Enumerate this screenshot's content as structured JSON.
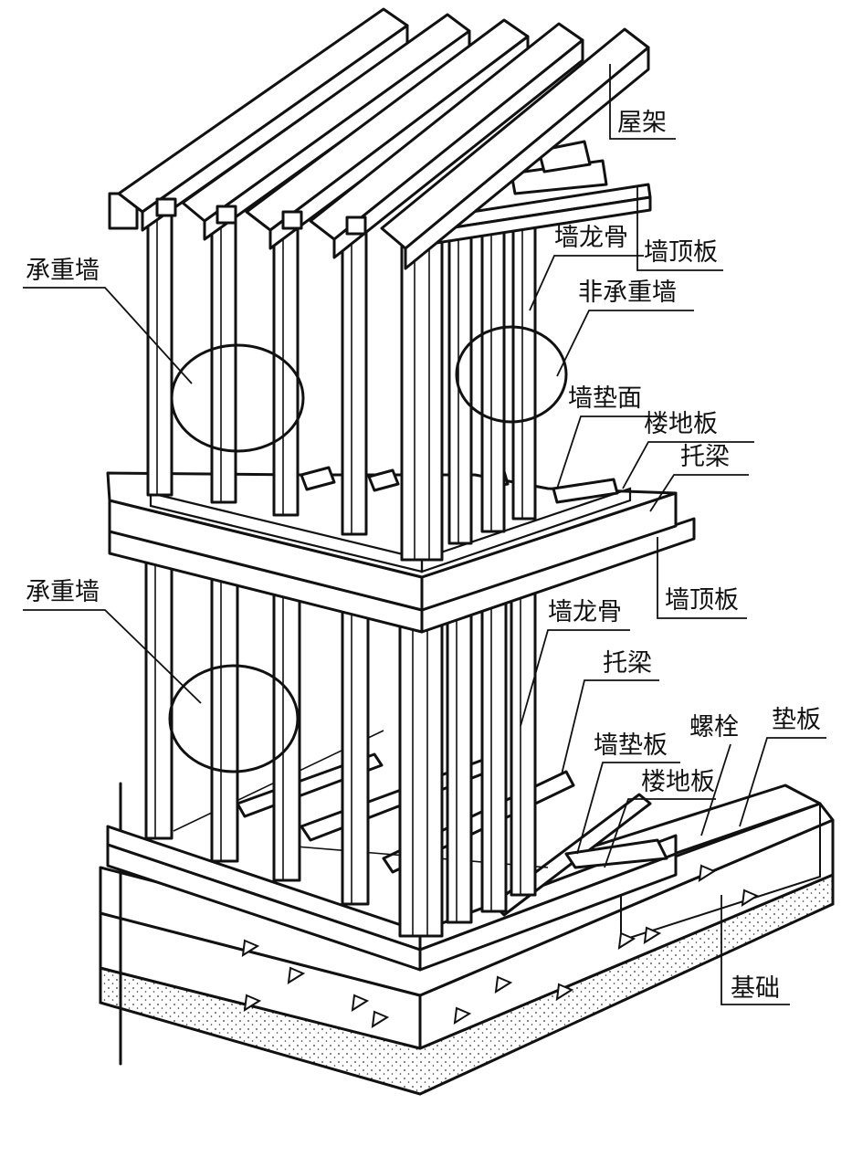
{
  "labels": {
    "roof_truss": "屋架",
    "top_plate_upper": "墙顶板",
    "stud_upper": "墙龙骨",
    "non_load_bearing_wall": "非承重墙",
    "load_bearing_wall_upper": "承重墙",
    "sole_plate_surface": "墙垫面",
    "floor_upper": "楼地板",
    "joist_upper": "托梁",
    "top_plate_lower": "墙顶板",
    "load_bearing_wall_lower": "承重墙",
    "stud_lower": "墙龙骨",
    "joist_lower": "托梁",
    "sill_plate": "墙垫板",
    "anchor_bolt": "螺栓",
    "base_plate": "垫板",
    "floor_lower": "楼地板",
    "foundation": "基础"
  }
}
